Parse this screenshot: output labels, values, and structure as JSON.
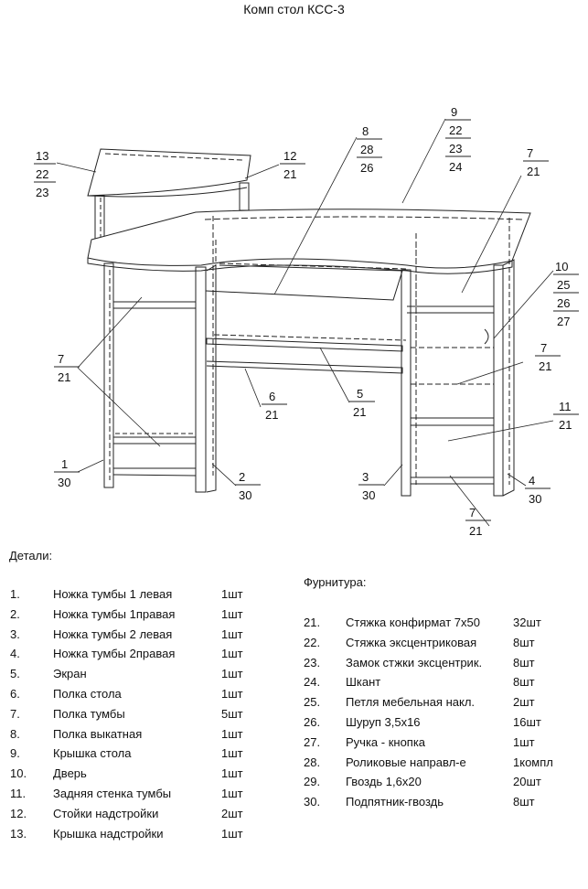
{
  "title": "Комп стол КСС-3",
  "callouts": [
    {
      "id": "c13",
      "labels": [
        "13",
        "22",
        "23"
      ]
    },
    {
      "id": "c12",
      "labels": [
        "12",
        "21"
      ]
    },
    {
      "id": "c8",
      "labels": [
        "8",
        "28",
        "26"
      ]
    },
    {
      "id": "c9",
      "labels": [
        "9",
        "22",
        "23",
        "24"
      ]
    },
    {
      "id": "c7a",
      "labels": [
        "7",
        "21"
      ]
    },
    {
      "id": "c10",
      "labels": [
        "10",
        "25",
        "26",
        "27"
      ]
    },
    {
      "id": "c7b",
      "labels": [
        "7",
        "21"
      ]
    },
    {
      "id": "c7l",
      "labels": [
        "7",
        "21"
      ]
    },
    {
      "id": "c11",
      "labels": [
        "11",
        "21"
      ]
    },
    {
      "id": "c6",
      "labels": [
        "6",
        "21"
      ]
    },
    {
      "id": "c5",
      "labels": [
        "5",
        "21"
      ]
    },
    {
      "id": "c1",
      "labels": [
        "1",
        "30"
      ]
    },
    {
      "id": "c2",
      "labels": [
        "2",
        "30"
      ]
    },
    {
      "id": "c3",
      "labels": [
        "3",
        "30"
      ]
    },
    {
      "id": "c4",
      "labels": [
        "4",
        "30"
      ]
    },
    {
      "id": "c7c",
      "labels": [
        "7",
        "21"
      ]
    }
  ],
  "parts": {
    "heading": "Детали:",
    "items": [
      {
        "num": "1.",
        "name": "Ножка тумбы 1 левая",
        "qty": "1шт"
      },
      {
        "num": "2.",
        "name": "Ножка тумбы 1правая",
        "qty": "1шт"
      },
      {
        "num": "3.",
        "name": "Ножка тумбы 2 левая",
        "qty": "1шт"
      },
      {
        "num": "4.",
        "name": "Ножка тумбы 2правая",
        "qty": "1шт"
      },
      {
        "num": "5.",
        "name": "Экран",
        "qty": "1шт"
      },
      {
        "num": "6.",
        "name": "Полка стола",
        "qty": "1шт"
      },
      {
        "num": "7.",
        "name": "Полка тумбы",
        "qty": "5шт"
      },
      {
        "num": "8.",
        "name": "Полка выкатная",
        "qty": "1шт"
      },
      {
        "num": "9.",
        "name": "Крышка стола",
        "qty": "1шт"
      },
      {
        "num": "10.",
        "name": "Дверь",
        "qty": "1шт"
      },
      {
        "num": "11.",
        "name": "Задняя стенка тумбы",
        "qty": "1шт"
      },
      {
        "num": "12.",
        "name": "Стойки надстройки",
        "qty": "2шт"
      },
      {
        "num": "13.",
        "name": "Крышка надстройки",
        "qty": "1шт"
      }
    ]
  },
  "hardware": {
    "heading": "Фурнитура:",
    "items": [
      {
        "num": "21.",
        "name": "Стяжка конфирмат 7х50",
        "qty": "32шт"
      },
      {
        "num": "22.",
        "name": "Стяжка эксцентриковая",
        "qty": "8шт"
      },
      {
        "num": "23.",
        "name": "Замок стжки эксцентрик.",
        "qty": "8шт"
      },
      {
        "num": "24.",
        "name": "Шкант",
        "qty": "8шт"
      },
      {
        "num": "25.",
        "name": "Петля мебельная накл.",
        "qty": "2шт"
      },
      {
        "num": "26.",
        "name": "Шуруп 3,5х16",
        "qty": "16шт"
      },
      {
        "num": "27.",
        "name": "Ручка - кнопка",
        "qty": "1шт"
      },
      {
        "num": "28.",
        "name": "Роликовые направл-е",
        "qty": "1компл"
      },
      {
        "num": "29.",
        "name": "Гвоздь 1,6х20",
        "qty": "20шт"
      },
      {
        "num": "30.",
        "name": "Подпятник-гвоздь",
        "qty": "8шт"
      }
    ]
  }
}
